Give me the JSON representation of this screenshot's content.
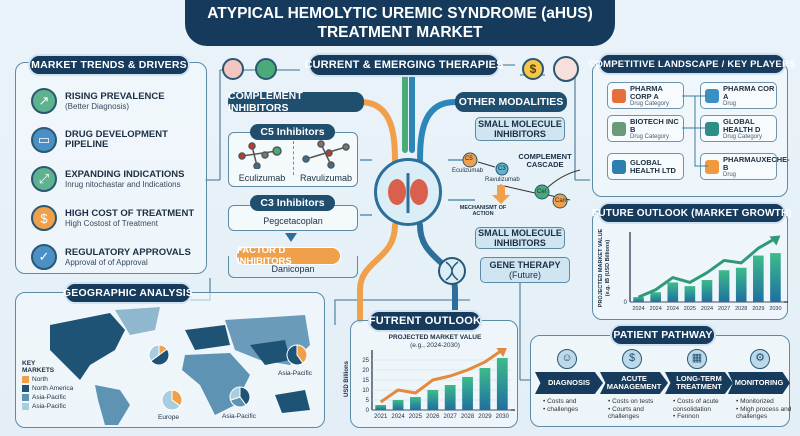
{
  "title": {
    "line1": "ATYPICAL HEMOLYTIC UREMIC SYNDROME (aHUS)",
    "line2": "TREATMENT MARKET"
  },
  "trends": {
    "header": "MARKET TRENDS & DRIVERS",
    "items": [
      {
        "title": "RISING PREVALENCE",
        "sub": "(Better Diagnosis)",
        "icon": "chart-growth-icon",
        "color": "#5db38e"
      },
      {
        "title": "DRUG DEVELOPMENT PIPELINE",
        "sub": "",
        "icon": "pill-capsule-icon",
        "color": "#4a90c4"
      },
      {
        "title": "EXPANDING INDICATIONS",
        "sub": "Inrug nitochastar and Indications",
        "icon": "expand-arrows-icon",
        "color": "#5db38e"
      },
      {
        "title": "HIGH COST OF TREATMENT",
        "sub": "High Costost of Treatment",
        "icon": "coins-icon",
        "color": "#f0a04b"
      },
      {
        "title": "REGULATORY APPROVALS",
        "sub": "Approval of of Approval",
        "icon": "clipboard-check-icon",
        "color": "#4a90c4"
      }
    ]
  },
  "therapies": {
    "header": "CURRENT & EMERGING THERAPIES",
    "complement": {
      "header": "COMPLEMENT INHIBITORS",
      "c5": "C5 Inhibitors",
      "c5_drugs": [
        "Eculizumab",
        "Ravulizumab"
      ],
      "c3": "C3 Inhibitors",
      "c3_drug": "Pegcetacoplan",
      "factor_d": "FACTOR D INHIBITORS",
      "factor_d_drug": "Danicopan"
    },
    "other": {
      "header": "OTHER MODALITIES",
      "small_molecule_1": "SMALL MOLECULE INHIBITORS",
      "cascade": {
        "title": "COMPLEMENT CASCADE",
        "nodes": [
          "C5",
          "C3",
          "Cel",
          "Cam"
        ],
        "labels": [
          "Eculizumab",
          "Ravulizumab"
        ],
        "moa": "MECHANISMT OF ACTION"
      },
      "small_molecule_2": "SMALL MOLECULE INHIBITORS",
      "gene_therapy": "GENE THERAPY",
      "gene_sub": "(Future)"
    }
  },
  "competitive": {
    "header": "COMPETITIVE LANDSCAPE / KEY PLAYERS",
    "players": [
      {
        "name": "PHARMA CORP A",
        "cat": "Drug Category",
        "color": "#e76f3c"
      },
      {
        "name": "PHARMA COR A",
        "cat": "Drug",
        "color": "#3b8fc4"
      },
      {
        "name": "BIOTECH INC B",
        "cat": "Drug Category",
        "color": "#6a9a7a"
      },
      {
        "name": "GLOBAL HEALTH D",
        "cat": "Drug Category",
        "color": "#2f8f87"
      },
      {
        "name": "GLOBAL HEALTH LTD",
        "cat": "",
        "color": "#2d7fb0"
      },
      {
        "name": "PHARMAUXECHE-B",
        "cat": "Drug",
        "color": "#f09a3e"
      }
    ]
  },
  "future": {
    "header": "FUTURE OUTLOOK (MARKET GROWTH)"
  },
  "geo": {
    "header": "GEOGRAPHIC ANALYSIS",
    "legend_title": "KEY MARKETS",
    "legend": [
      {
        "label": "North",
        "color": "#f0a04b"
      },
      {
        "label": "North America",
        "color": "#1f5375"
      },
      {
        "label": "Asia-Pacific",
        "color": "#5f93b3"
      },
      {
        "label": "Asia-Pacific",
        "color": "#a9cde0"
      }
    ],
    "pie_labels": [
      "Europe",
      "Asia-Pacific",
      "Asia-Pacific"
    ]
  },
  "futrent": {
    "header": "FUTRENT OUTLOOK"
  },
  "pathway": {
    "header": "PATIENT PATHWAY",
    "steps": [
      {
        "label": "DIAGNOSIS",
        "bullets": [
          "Costs and",
          "challenges"
        ],
        "icon": "doctor-icon"
      },
      {
        "label": "ACUTE MANAGEMENT",
        "bullets": [
          "Costs on tests",
          "Courts and challenges"
        ],
        "icon": "clipboard-cost-icon"
      },
      {
        "label": "LONG-TERM TREATMENT",
        "bullets": [
          "Costs of acute consolidation",
          "Fennon"
        ],
        "icon": "calendar-pill-icon"
      },
      {
        "label": "MONITORING",
        "bullets": [
          "Monitorized",
          "Migh process and challenges"
        ],
        "icon": "gear-check-icon"
      }
    ]
  },
  "chart_data": [
    {
      "type": "bar",
      "title": "",
      "xlabel": "",
      "ylabel": "PROJECTED MARKET VALUE (e.g. IB (USD Billions)",
      "categories": [
        "2024",
        "2024",
        "2024",
        "2025",
        "2024",
        "2027",
        "2028",
        "2029",
        "2030"
      ],
      "values": [
        2,
        4,
        8,
        6.5,
        9,
        13,
        14,
        19,
        20
      ],
      "trend_line": [
        2,
        5,
        10,
        8,
        12,
        17,
        16,
        22,
        26
      ],
      "ylim": [
        0,
        27
      ],
      "yticks": [
        "0"
      ]
    },
    {
      "type": "bar",
      "title": "PROJECTED MARKET VALUE",
      "subtitle": "(e.g., 2024-2030)",
      "xlabel": "",
      "ylabel": "USD Billions",
      "categories": [
        "2021",
        "2024",
        "2025",
        "2026",
        "2027",
        "2028",
        "2029",
        "2030"
      ],
      "values": [
        2.5,
        5,
        6.5,
        10,
        12.5,
        16.5,
        21,
        26
      ],
      "trend_line": [
        4,
        10,
        8.5,
        15,
        17,
        20,
        24,
        30
      ],
      "ylim": [
        0,
        28
      ],
      "yticks": [
        0,
        5,
        10,
        15,
        20,
        25
      ]
    }
  ]
}
